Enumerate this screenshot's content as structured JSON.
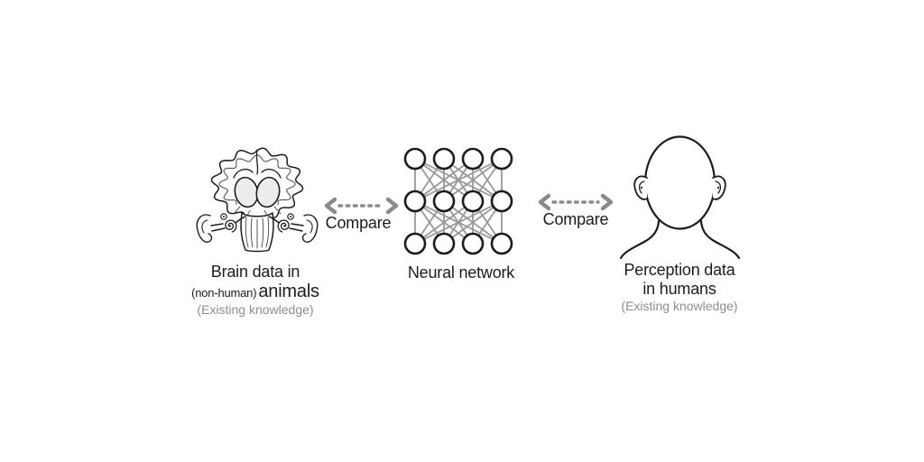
{
  "figure": {
    "left": {
      "icon": "animal-brain-section-illustration",
      "title_line1": "Brain data in",
      "title_line2_small": "(non-human)",
      "title_line2_large": "animals",
      "subtitle": "(Existing knowledge)"
    },
    "center": {
      "label": "Neural network",
      "network": {
        "layers": 3,
        "nodes_per_layer": 4
      }
    },
    "right": {
      "icon": "human-head-silhouette-illustration",
      "title_line1": "Perception data",
      "title_line2": "in humans",
      "subtitle": "(Existing knowledge)"
    },
    "arrows": {
      "left_label": "Compare",
      "right_label": "Compare"
    },
    "colors": {
      "line_art": "#1c1c1c",
      "network_connection": "#999999",
      "arrow_gray": "#8a8a8a",
      "muted_text": "#8d8d8d",
      "background": "#ffffff"
    }
  }
}
